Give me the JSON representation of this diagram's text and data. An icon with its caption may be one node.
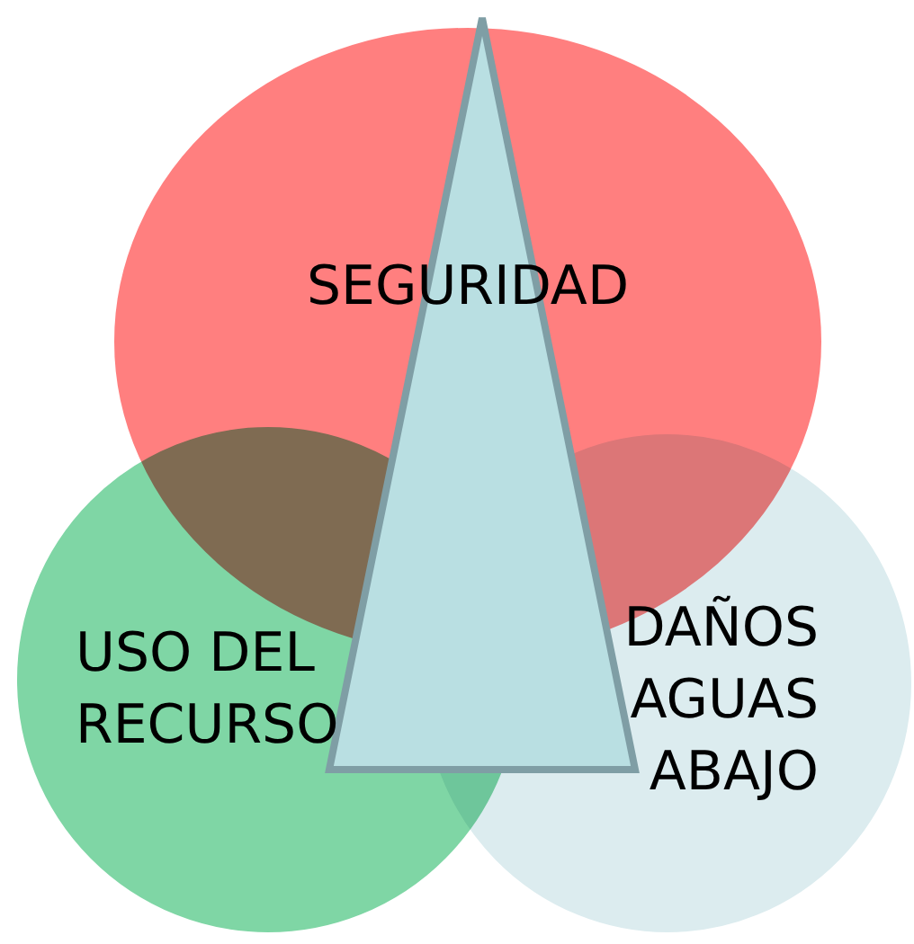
{
  "diagram": {
    "nodes": [
      {
        "text": [
          "SEGURIDAD"
        ]
      },
      {
        "text": [
          "USO DEL RECURSO"
        ]
      },
      {
        "text": [
          "DAÑOS AGUAS ABAJO"
        ]
      }
    ]
  }
}
